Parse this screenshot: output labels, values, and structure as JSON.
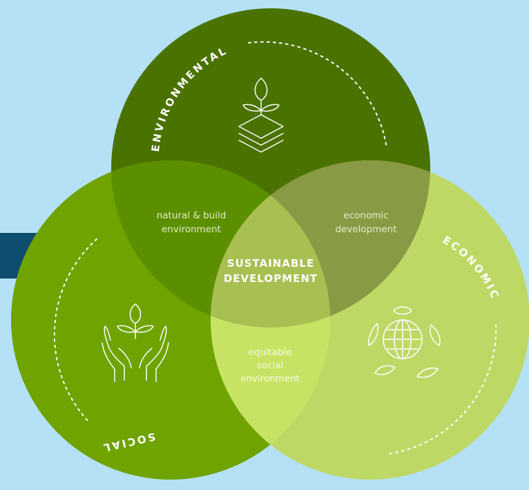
{
  "circles": {
    "environmental": {
      "label": "ENVIRONMENTAL",
      "color": "#4a7200"
    },
    "social": {
      "label": "SOCIAL",
      "color": "#6ea300"
    },
    "economic": {
      "label": "ECONOMIC",
      "color": "#bed865"
    }
  },
  "overlaps": {
    "env_social": {
      "line1": "natural & build",
      "line2": "environment"
    },
    "env_economic": {
      "line1": "economic",
      "line2": "development"
    },
    "social_economic": {
      "line1": "equitable",
      "line2": "social",
      "line3": "environment"
    }
  },
  "center": {
    "line1": "SUSTAINABLE",
    "line2": "DEVELOPMENT"
  },
  "icons": {
    "environmental": "layered-plant-icon",
    "social": "hands-holding-plant-icon",
    "economic": "globe-with-leaves-icon"
  },
  "colors": {
    "background": "#b5e1f7",
    "band": "#0e4d6e",
    "env_social_overlap": "#5c8f00",
    "env_economic_overlap": "#889a44",
    "social_economic_overlap": "#c7e363",
    "center_overlap": "#a8bf52"
  }
}
